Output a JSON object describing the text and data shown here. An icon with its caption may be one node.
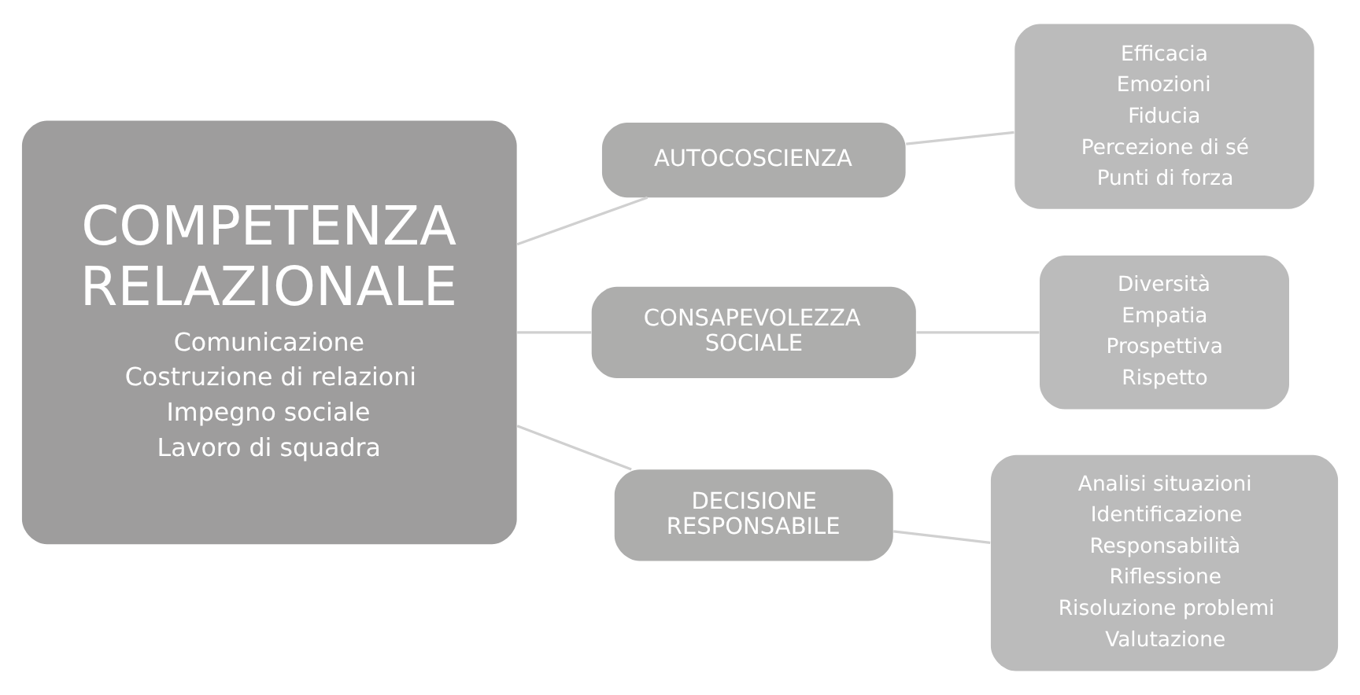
{
  "diagram": {
    "nodes": [
      {
        "text": [
          "COMPETENZA RELAZIONALE",
          "Comunicazione",
          "Costruzione di relazioni",
          "Impegno sociale",
          "Lavoro di squadra"
        ]
      },
      {
        "text": [
          "AUTOCOSCIENZA"
        ]
      },
      {
        "text": [
          "CONSAPEVOLEZZA SOCIALE"
        ]
      },
      {
        "text": [
          "DECISIONE RESPONSABILE"
        ]
      },
      {
        "text": [
          "Efficacia",
          "Emozioni",
          "Fiducia",
          "Percezione di sé",
          "Punti di forza"
        ]
      },
      {
        "text": [
          "Diversità",
          "Empatia",
          "Prospettiva",
          "Rispetto"
        ]
      },
      {
        "text": [
          "Analisi situazioni",
          "Identificazione",
          "Responsabilità",
          "Riflessione",
          "Risoluzione problemi",
          "Valutazione"
        ]
      }
    ],
    "edges": [
      {
        "from": 0,
        "to": 1,
        "arrow": "none"
      },
      {
        "from": 0,
        "to": 2,
        "arrow": "none"
      },
      {
        "from": 0,
        "to": 3,
        "arrow": "none"
      },
      {
        "from": 1,
        "to": 4,
        "arrow": "none"
      },
      {
        "from": 2,
        "to": 5,
        "arrow": "none"
      },
      {
        "from": 3,
        "to": 6,
        "arrow": "none"
      }
    ]
  }
}
